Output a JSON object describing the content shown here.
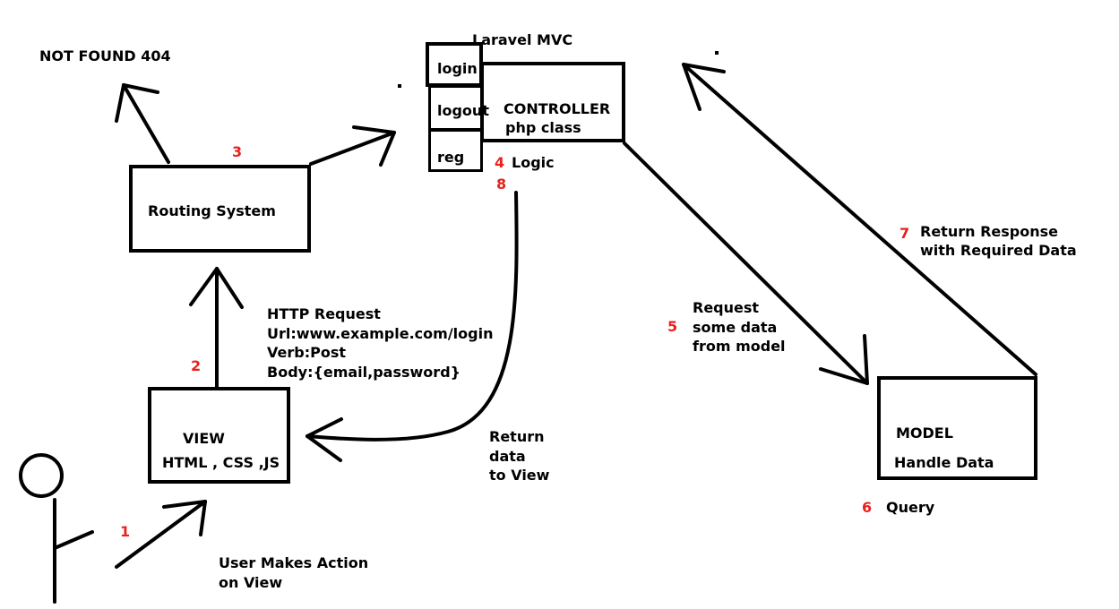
{
  "title": "Laravel MVC",
  "not_found": "NOT FOUND 404",
  "routing": {
    "label": "Routing System",
    "step": "3"
  },
  "controller": {
    "title": "CONTROLLER",
    "subtitle": "php class",
    "methods": [
      "login",
      "logout",
      "reg"
    ],
    "logic_step": "4",
    "logic_label": "Logic",
    "return_step": "8"
  },
  "view": {
    "title": "VIEW",
    "subtitle": "HTML , CSS ,JS"
  },
  "http_request": {
    "step": "2",
    "lines": [
      "HTTP Request",
      "Url:www.example.com/login",
      "Verb:Post",
      "Body:{email,password}"
    ]
  },
  "user_action": {
    "step": "1",
    "lines": [
      "User Makes Action",
      "on View"
    ]
  },
  "return_to_view": {
    "lines": [
      "Return",
      "data",
      "to View"
    ]
  },
  "request_model": {
    "step": "5",
    "lines": [
      "Request",
      "some data",
      "from model"
    ]
  },
  "model": {
    "title": "MODEL",
    "subtitle": "Handle Data",
    "query_step": "6",
    "query_label": "Query"
  },
  "return_response": {
    "step": "7",
    "lines": [
      "Return Response",
      "with Required Data"
    ]
  },
  "colors": {
    "ink": "#000000",
    "step_number": "#e8211d",
    "background": "#ffffff"
  }
}
